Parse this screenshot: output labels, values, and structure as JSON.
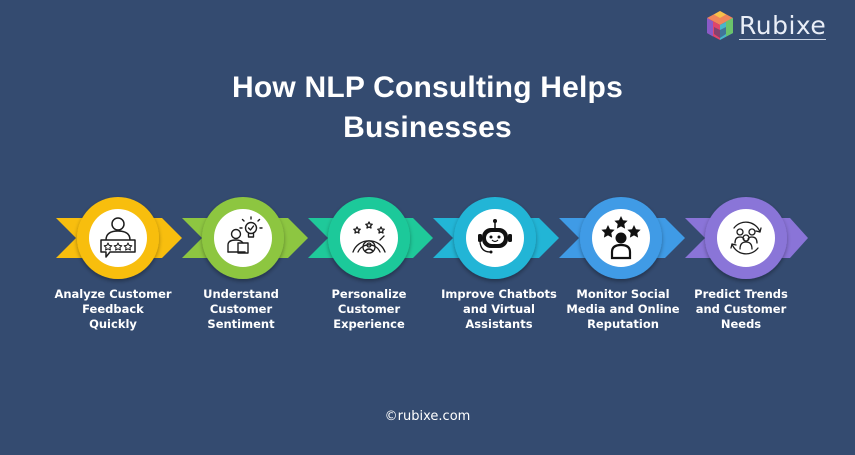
{
  "logo": {
    "text": "Rubixe",
    "icon": "cube-logo-icon"
  },
  "title": {
    "line1": "How NLP Consulting Helps",
    "line2": "Businesses"
  },
  "colors": {
    "background": "#344b70",
    "white": "#ffffff",
    "icon_stroke": "#1d1d1d"
  },
  "steps": [
    {
      "icon": "customer-review-icon",
      "color": "#f8be0e",
      "lines": [
        "Analyze Customer",
        "Feedback",
        "Quickly"
      ]
    },
    {
      "icon": "person-idea-bulb-icon",
      "color": "#8dc641",
      "lines": [
        "Understand",
        "Customer Sentiment"
      ]
    },
    {
      "icon": "satisfaction-gauge-icon",
      "color": "#1fc99a",
      "lines": [
        "Personalize",
        "Customer",
        "Experience"
      ]
    },
    {
      "icon": "chatbot-headset-icon",
      "color": "#22b5d6",
      "lines": [
        "Improve Chatbots",
        "and Virtual",
        "Assistants"
      ]
    },
    {
      "icon": "person-rating-stars-icon",
      "color": "#3f9be6",
      "lines": [
        "Monitor Social",
        "Media and Online",
        "Reputation"
      ]
    },
    {
      "icon": "group-cycle-icon",
      "color": "#8a74d8",
      "lines": [
        "Predict Trends",
        "and Customer",
        "Needs"
      ]
    }
  ],
  "footer": {
    "text": "©rubixe.com"
  }
}
